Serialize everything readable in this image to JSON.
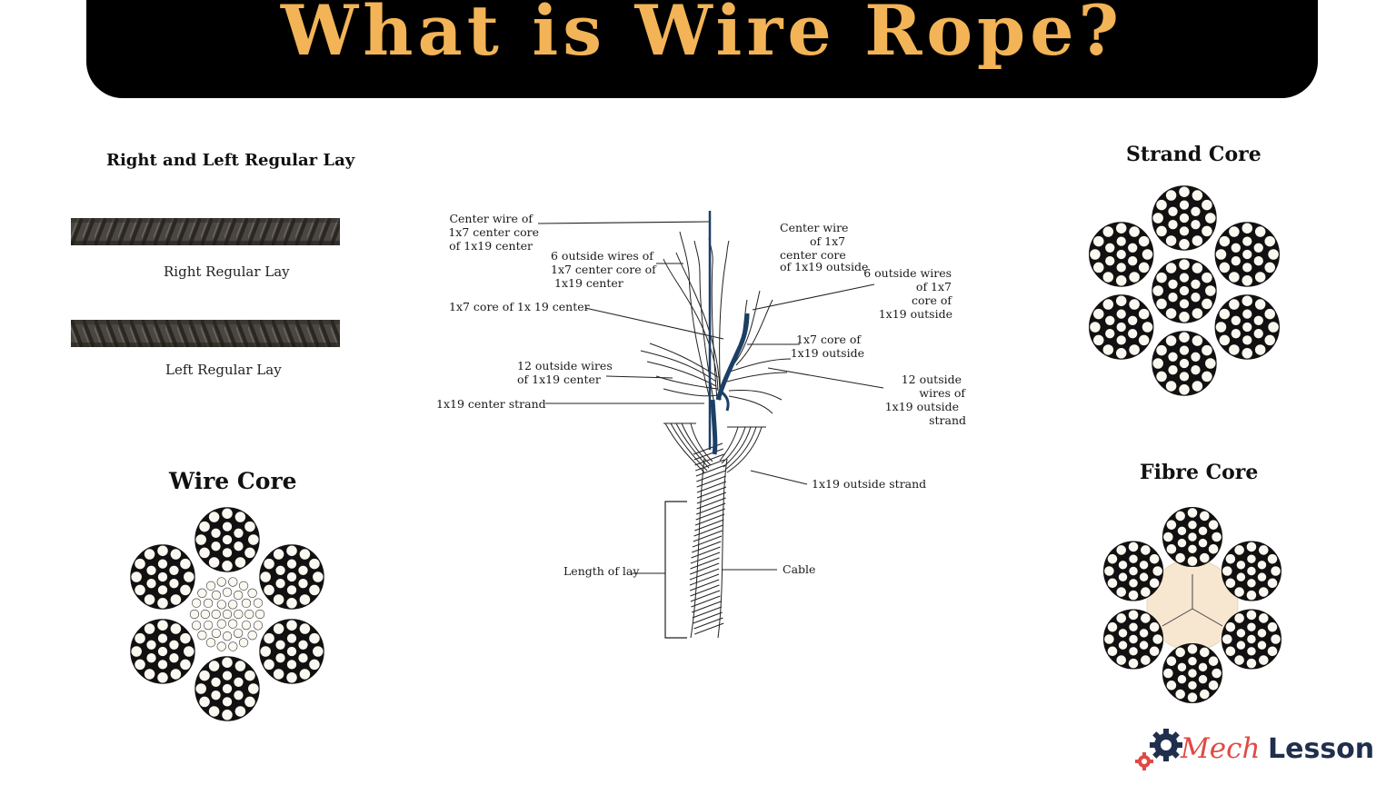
{
  "title": "What is Wire Rope?",
  "lay_section": {
    "title": "Right and Left Regular Lay",
    "right_label": "Right Regular Lay",
    "left_label": "Left Regular Lay"
  },
  "wire_core": {
    "title": "Wire Core"
  },
  "strand_core": {
    "title": "Strand Core"
  },
  "fibre_core": {
    "title": "Fibre Core"
  },
  "diagram_labels": {
    "center_wire_center": [
      "Center wire of",
      "1x7 center core",
      "of 1x19 center"
    ],
    "six_outside_center": [
      "6 outside wires of",
      "1x7 center core of",
      "1x19 center"
    ],
    "core_1x7_center": "1x7 core of 1x 19 center",
    "twelve_outside_center": [
      "12 outside wires",
      "of 1x19 center"
    ],
    "center_strand": "1x19 center strand",
    "center_wire_outside": [
      "Center wire",
      "of 1x7",
      "center core",
      "of 1x19 outside"
    ],
    "six_outside_outside": [
      "6 outside wires",
      "of 1x7",
      "core of",
      "1x19 outside"
    ],
    "core_1x7_outside": [
      "1x7 core of",
      "1x19 outside"
    ],
    "twelve_outside_outside": [
      "12 outside",
      "wires of",
      "1x19 outside",
      "strand"
    ],
    "outside_strand": "1x19 outside strand",
    "length_of_lay": "Length of lay",
    "cable": "Cable"
  },
  "logo": {
    "part1": "Mech",
    "part2": "Lesson"
  },
  "colors": {
    "banner_bg": "#000000",
    "title_gold": "#f2b457",
    "core_blue": "#1c3f66",
    "fibre_fill": "#f7e6d0",
    "logo_red": "#e04a45",
    "logo_navy": "#1f2f4d"
  }
}
